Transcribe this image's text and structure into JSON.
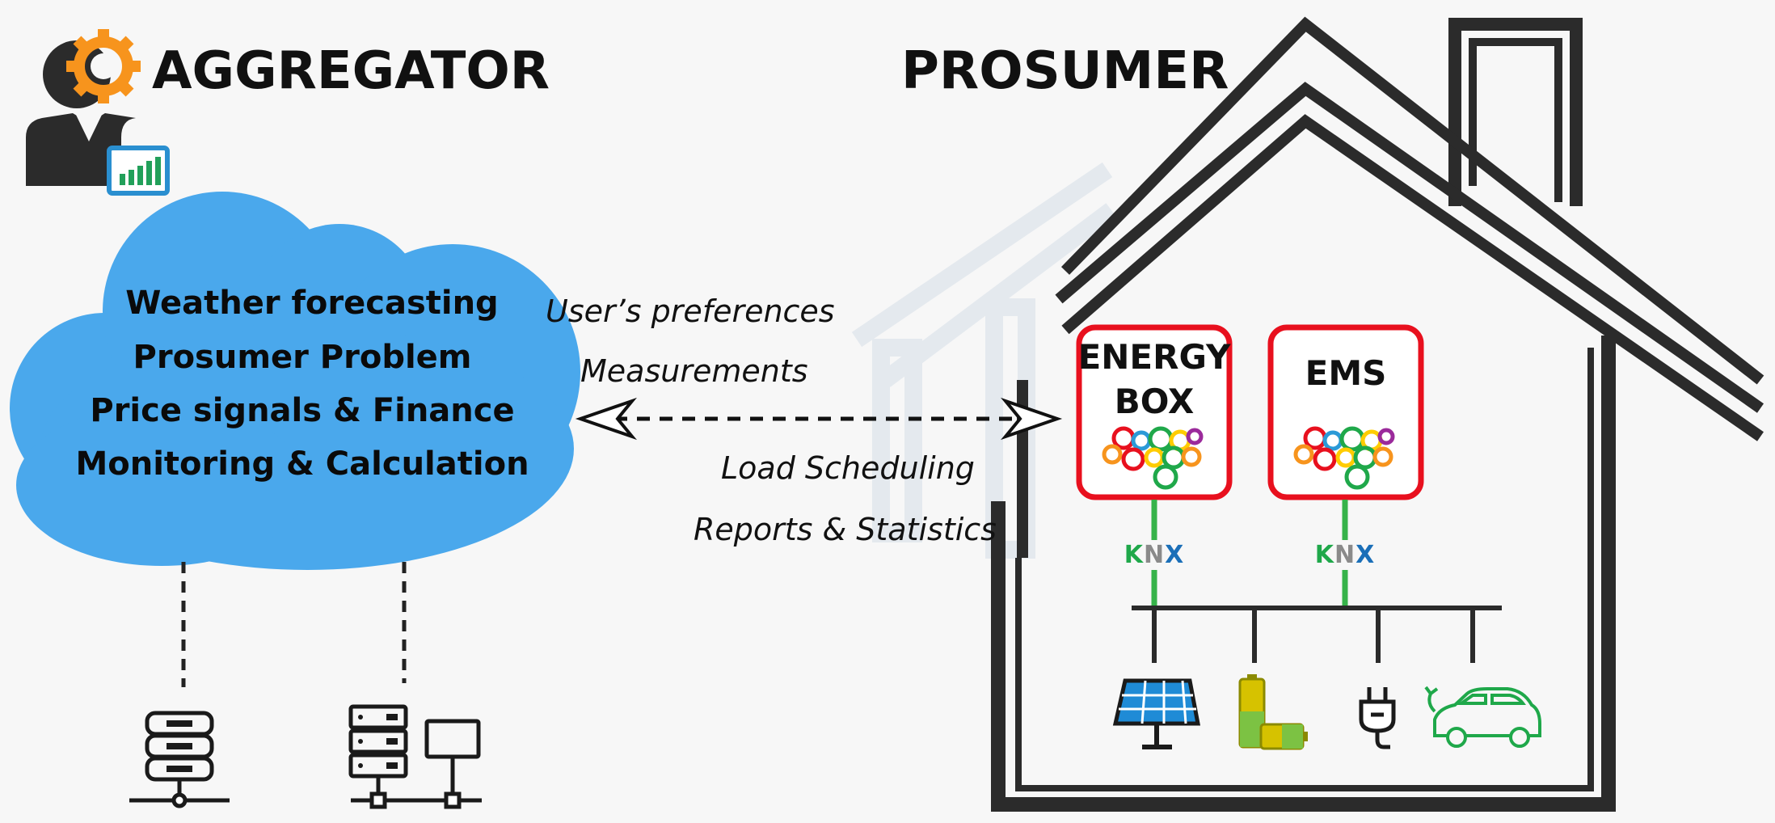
{
  "aggregator": {
    "title": "AGGREGATOR",
    "cloud_lines": [
      "Weather forecasting",
      "Prosumer Problem",
      "Price signals & Finance",
      "Monitoring & Calculation"
    ]
  },
  "prosumer": {
    "title": "PROSUMER",
    "boxes": [
      {
        "label_line1": "ENERGY",
        "label_line2": "BOX",
        "knx": {
          "k": "K",
          "n": "N",
          "x": "X"
        }
      },
      {
        "label_line1": "EMS",
        "label_line2": "",
        "knx": {
          "k": "K",
          "n": "N",
          "x": "X"
        }
      }
    ]
  },
  "flows": {
    "to_aggregator": [
      "User’s preferences",
      "Measurements"
    ],
    "to_prosumer": [
      "Load Scheduling",
      "Reports & Statistics"
    ]
  },
  "devices": [
    "solar-panel-icon",
    "battery-icon",
    "plug-icon",
    "electric-car-icon"
  ],
  "colors": {
    "cloud": "#4aa8ec",
    "house": "#2b2b2b",
    "box_border": "#e8101e",
    "knx_green": "#1fa84a",
    "knx_gray": "#8a8a8a",
    "knx_blue": "#1b6fb8",
    "bus_green": "#37b34a",
    "gear_orange": "#f7941d"
  }
}
